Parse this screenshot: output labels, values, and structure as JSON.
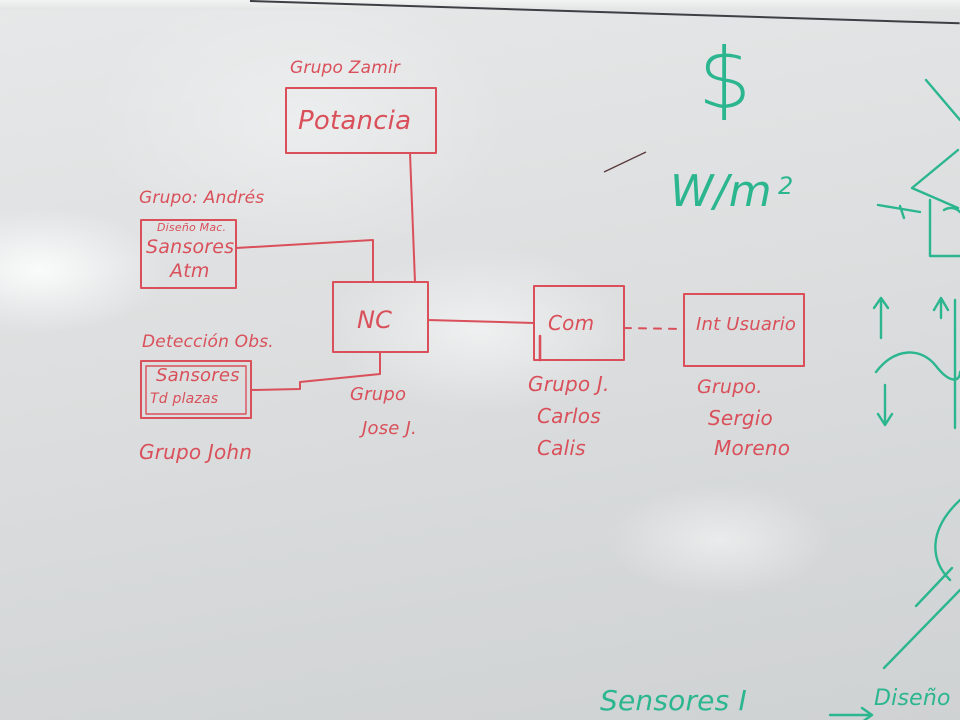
{
  "whiteboard": {
    "colors": {
      "red_marker": "#d9505a",
      "green_marker": "#2bb690"
    },
    "blocks": {
      "potencia": {
        "group": "Grupo Zamir",
        "label": "Potancia"
      },
      "sensores_atm": {
        "group": "Grupo: Andrés",
        "top_label": "Diseño Mac.",
        "lines": [
          "Sansores",
          "Atm"
        ]
      },
      "sensores_plazas": {
        "heading": "Detección Obs.",
        "lines": [
          "Sansores",
          "Td plazas"
        ],
        "group": "Grupo John"
      },
      "nc": {
        "label": "NC",
        "group": [
          "Grupo",
          "Jose J."
        ]
      },
      "com": {
        "label": "Com",
        "group": [
          "Grupo J.",
          "Carlos",
          "Calis"
        ]
      },
      "int_usuario": {
        "label": "Int Usuario",
        "group": [
          "Grupo.",
          "Sergio",
          "Moreno"
        ]
      }
    },
    "green_notes": {
      "dollar": "$",
      "units": "W/m",
      "units_exp": "2",
      "bottom_left": "Sensores I",
      "bottom_right": "Diseño"
    }
  }
}
